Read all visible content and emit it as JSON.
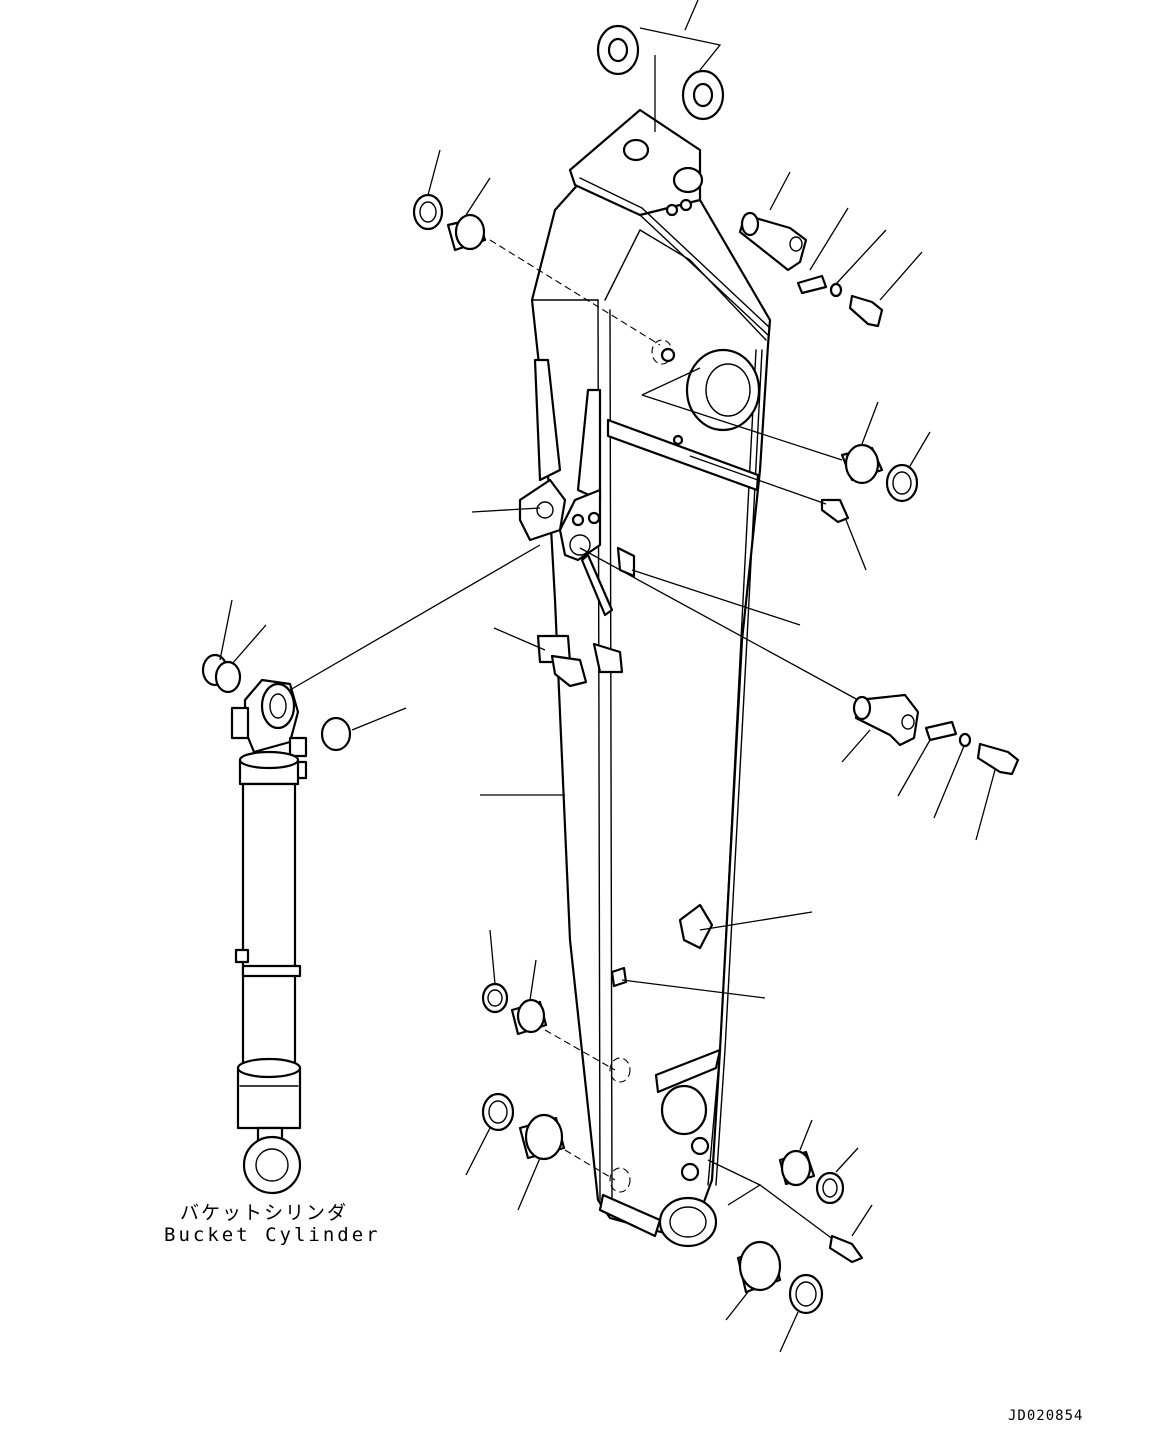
{
  "labels": {
    "cylinder_jp": "バケットシリンダ",
    "cylinder_en": "Bucket Cylinder",
    "doc_code": "JD020854"
  }
}
